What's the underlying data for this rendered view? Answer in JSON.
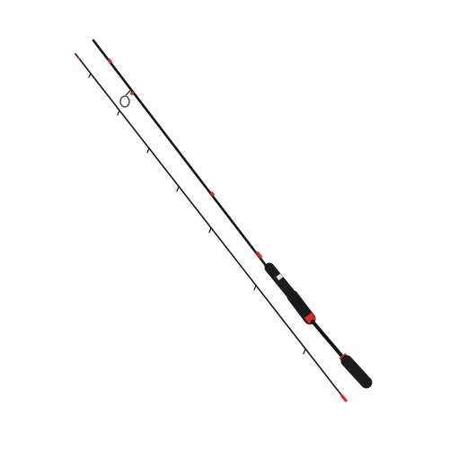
{
  "image": {
    "subject": "fishing-rod",
    "background_color": "#ffffff",
    "colors": {
      "blank": "#141414",
      "accent": "#d8262b",
      "grip": "#1c1c1c",
      "reel_seat_mark": "#e0e0e0",
      "guide_ring": "#555555"
    },
    "pieces": [
      {
        "name": "butt-section"
      },
      {
        "name": "tip-section"
      }
    ]
  }
}
